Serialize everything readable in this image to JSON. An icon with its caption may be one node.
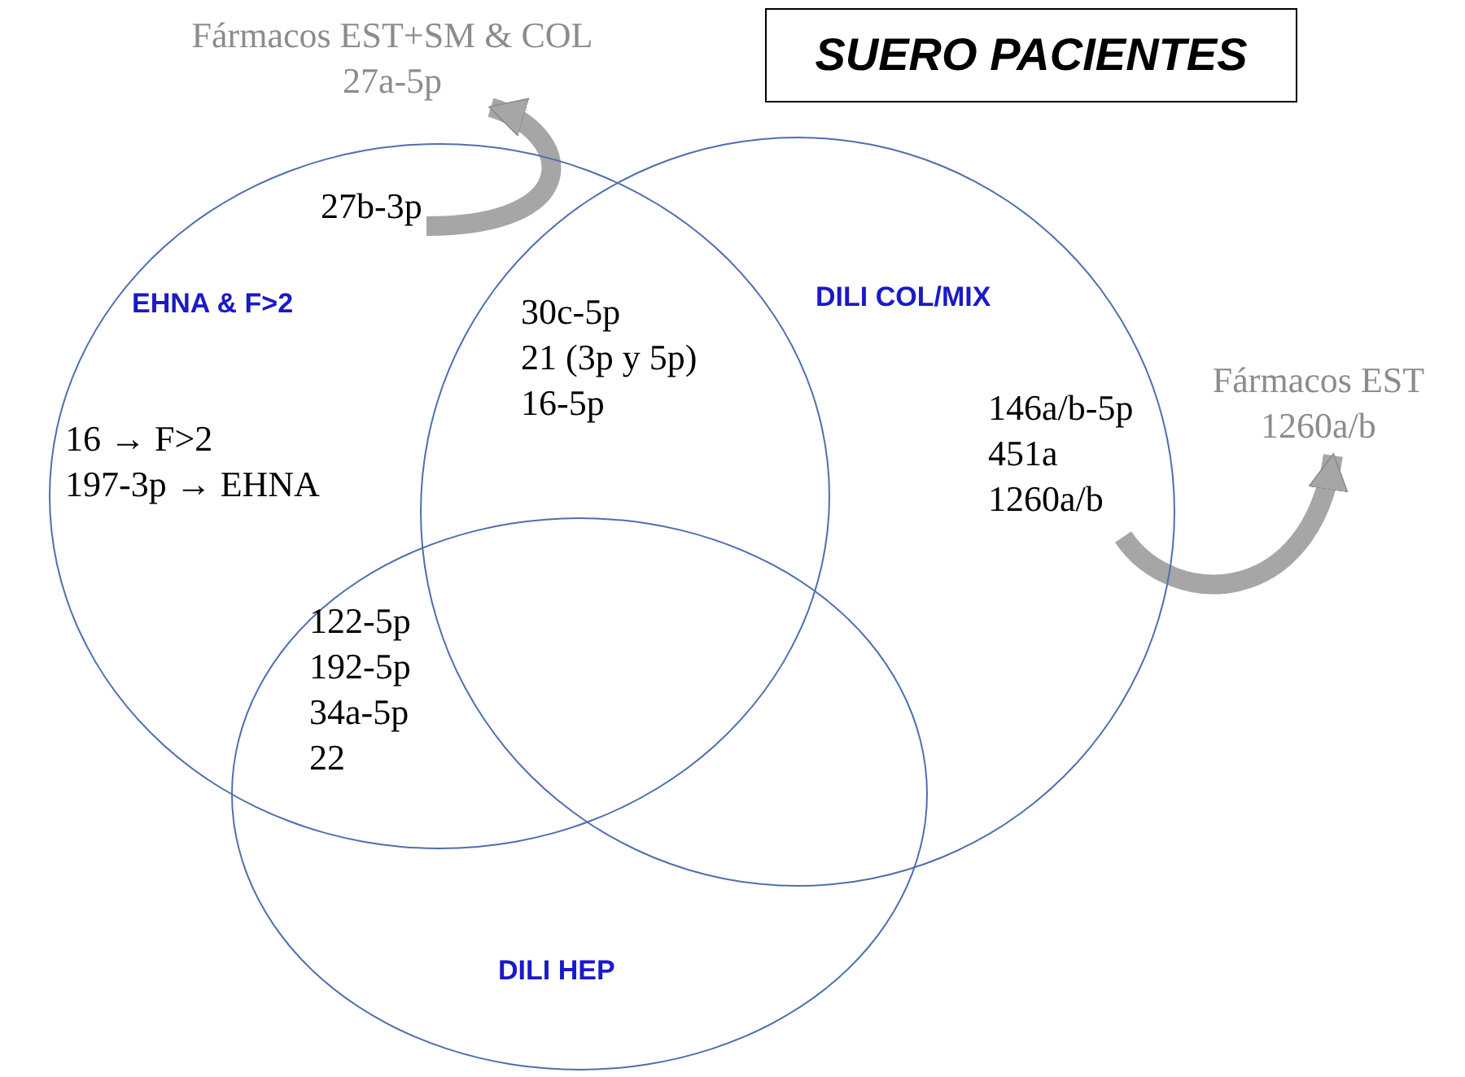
{
  "diagram": {
    "title": "SUERO PACIENTES",
    "nodes": [
      {
        "text": [
          "EHNA & F>2"
        ]
      },
      {
        "text": [
          "DILI COL/MIX"
        ]
      },
      {
        "text": [
          "DILI HEP"
        ]
      },
      {
        "text": [
          "27b-3p"
        ],
        "in": 0
      },
      {
        "text": [
          "Fármacos EST+SM & COL",
          "27a-5p"
        ]
      },
      {
        "text": [
          "146a/b-5p",
          "451a",
          "1260a/b"
        ],
        "in": 1
      },
      {
        "text": [
          "Fármacos EST",
          "1260a/b"
        ]
      }
    ],
    "edges": [
      {
        "from": 3,
        "to": 4,
        "arrow": "to",
        "color": "#a6a6a6"
      },
      {
        "from": 5,
        "to": 6,
        "arrow": "to",
        "color": "#a6a6a6"
      }
    ],
    "labels": [
      "30c-5p",
      "21 (3p y 5p)",
      "16-5p",
      "16 **→** F>2",
      "197-3p **→** EHNA",
      "122-5p",
      "192-5p",
      "34a-5p",
      "22"
    ]
  }
}
